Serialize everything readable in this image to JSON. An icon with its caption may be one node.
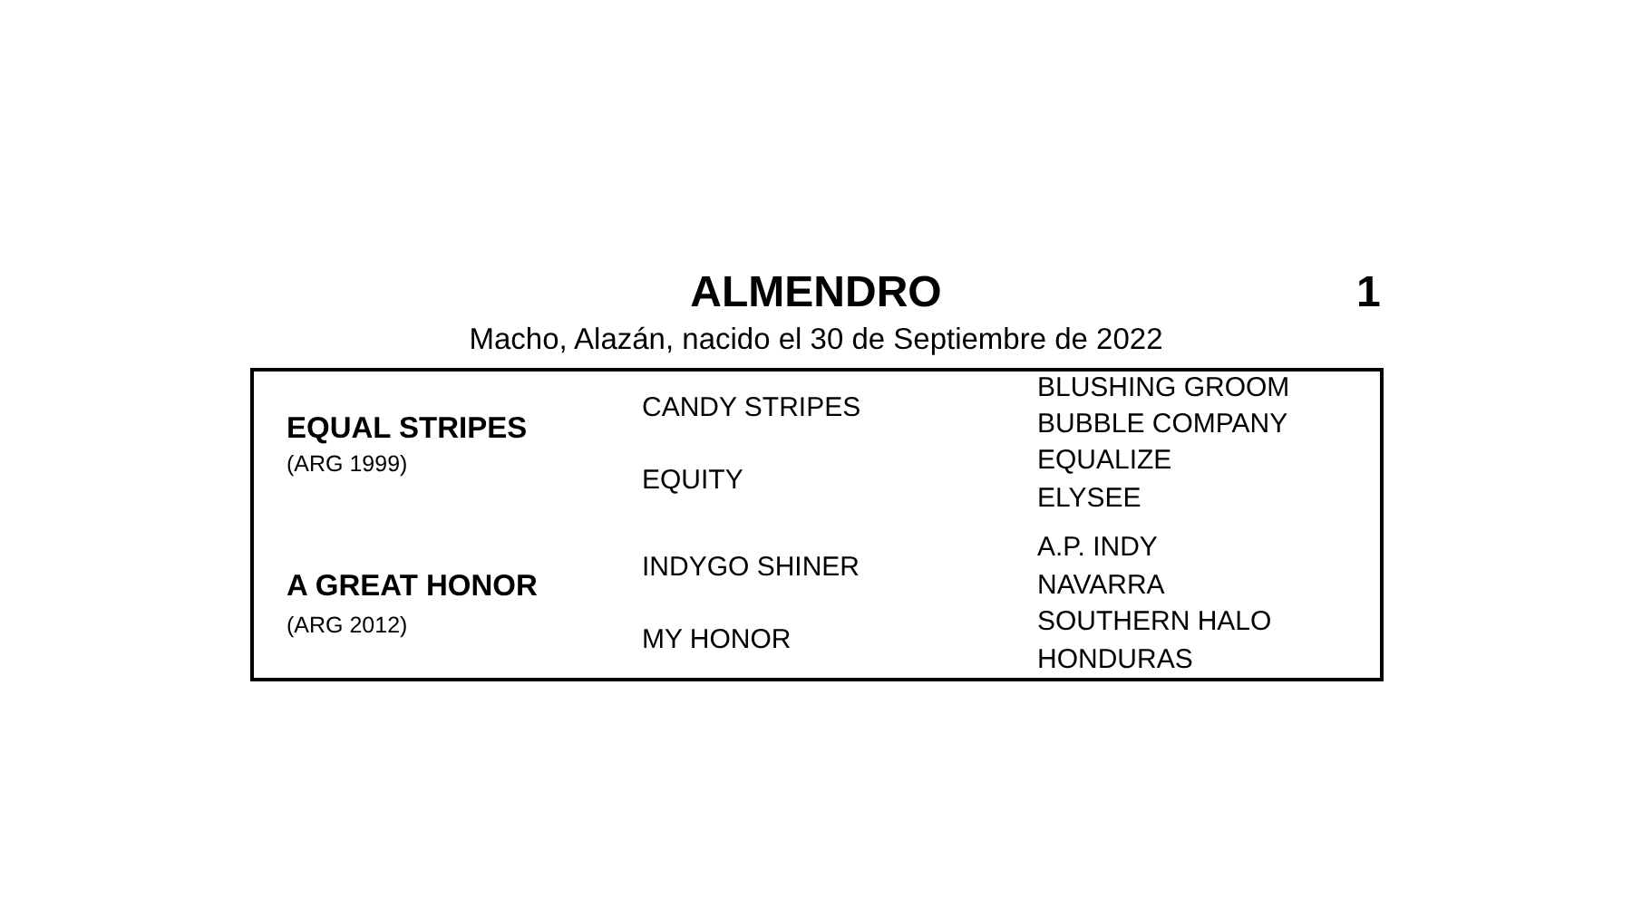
{
  "diagram": {
    "title": "ALMENDRO",
    "labels": [
      "1",
      "Macho, Alazán, nacido el 30 de Septiembre de 2022",
      "EQUAL STRIPES",
      "(ARG 1999)",
      "CANDY STRIPES",
      "BLUSHING GROOM",
      "BUBBLE COMPANY",
      "EQUITY",
      "EQUALIZE",
      "ELYSEE",
      "A GREAT HONOR",
      "(ARG 2012)",
      "INDYGO SHINER",
      "A.P. INDY",
      "NAVARRA",
      "MY HONOR",
      "SOUTHERN HALO",
      "HONDURAS"
    ]
  }
}
